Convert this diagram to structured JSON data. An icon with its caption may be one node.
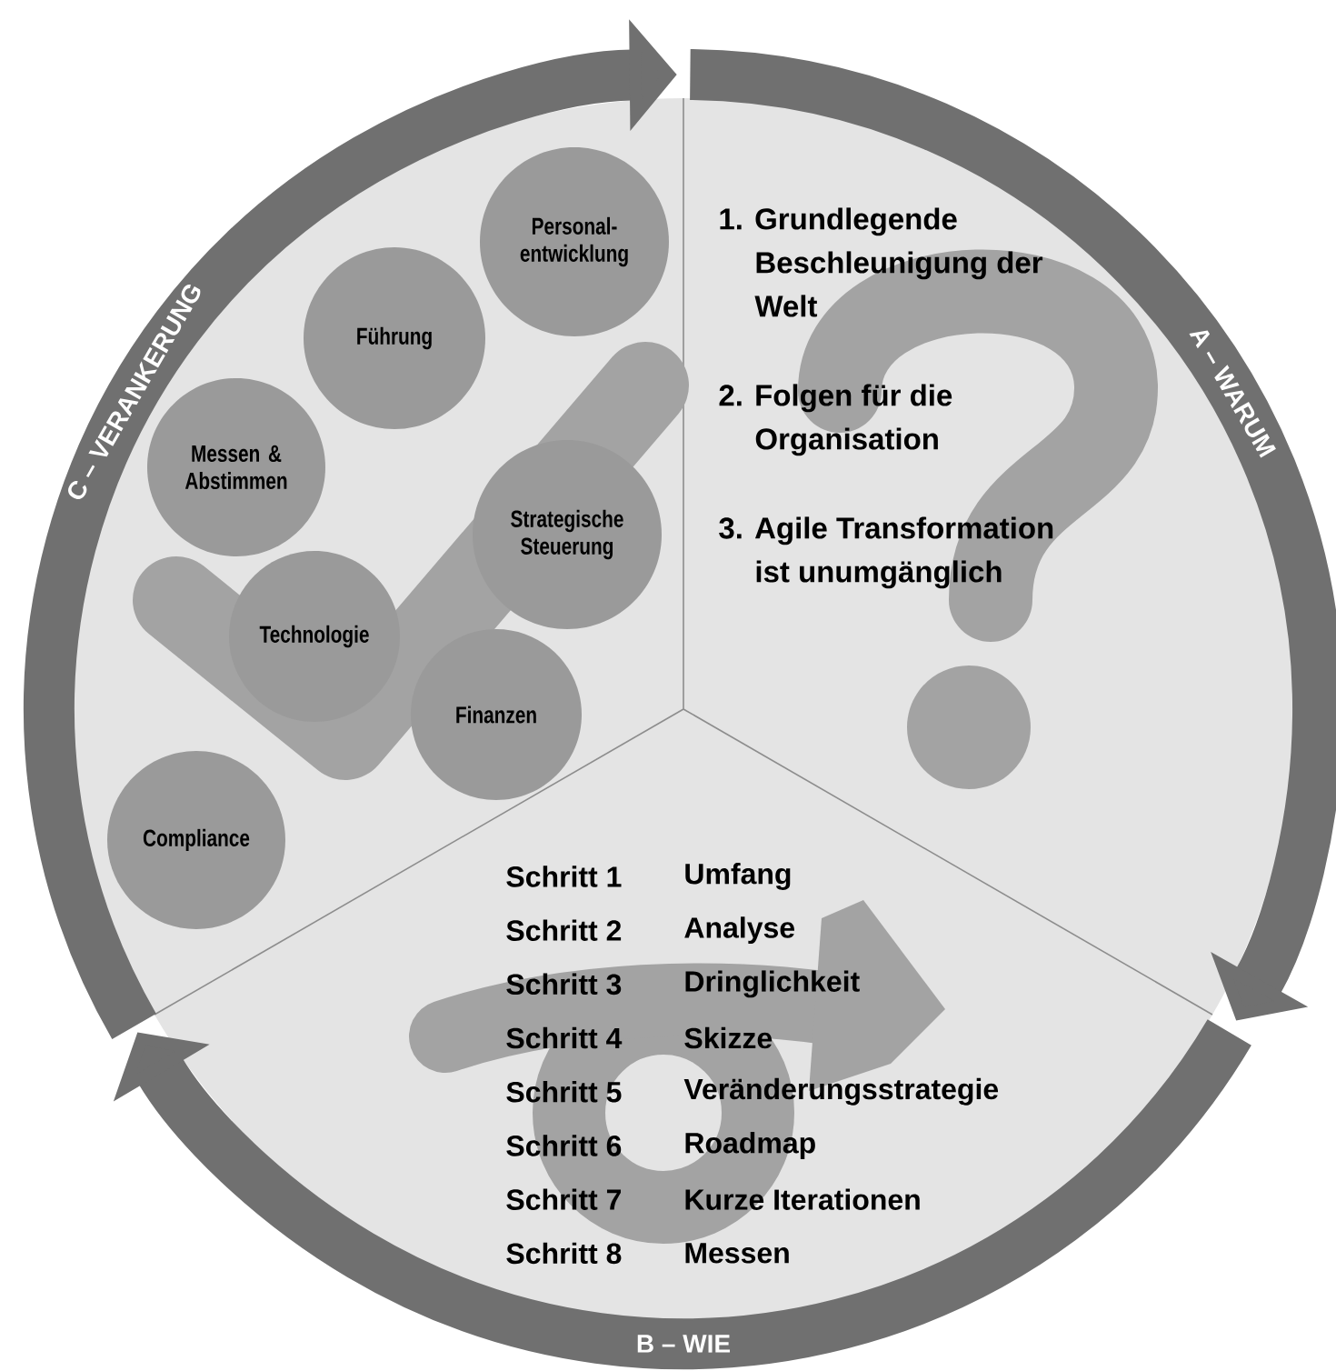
{
  "diagram": {
    "nodes": [
      {
        "text": [
          "Personal- entwicklung"
        ]
      },
      {
        "text": [
          "Führung"
        ]
      },
      {
        "text": [
          "Messen & Abstimmen"
        ]
      },
      {
        "text": [
          "Strategische Steuerung"
        ]
      },
      {
        "text": [
          "Technologie"
        ]
      },
      {
        "text": [
          "Finanzen"
        ]
      },
      {
        "text": [
          "Compliance"
        ]
      }
    ],
    "labels": [
      "C – VERANKERUNG",
      "A – WARUM",
      "1. Grundlegende Beschleunigung der Welt",
      "2. Folgen für die Organisation",
      "3. Agile Transformation ist unumgänglich",
      "Schritt 1",
      "Umfang",
      "Schritt 2",
      "Analyse",
      "Schritt 3",
      "Dringlichkeit",
      "Schritt 4",
      "Skizze",
      "Schritt 5",
      "Veränderungsstrategie",
      "Schritt 6",
      "Roadmap",
      "Schritt 7",
      "Kurze Iterationen",
      "Schritt 8",
      "Messen",
      "B – WIE"
    ]
  }
}
